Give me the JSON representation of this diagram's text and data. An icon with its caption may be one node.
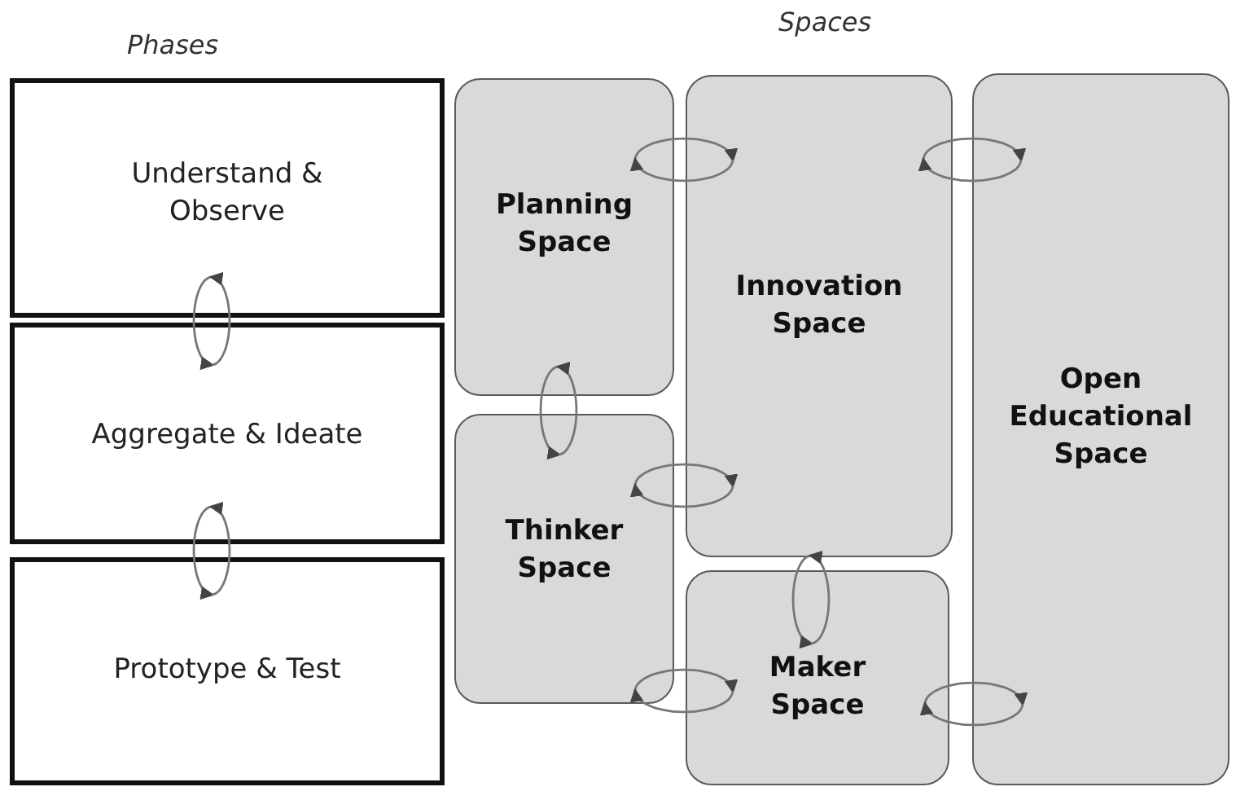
{
  "diagram": {
    "nodes": [
      {
        "text": [
          "Understand & Observe"
        ]
      },
      {
        "text": [
          "Aggregate & Ideate"
        ]
      },
      {
        "text": [
          "Prototype & Test"
        ]
      },
      {
        "text": [
          "Planning Space"
        ]
      },
      {
        "text": [
          "Innovation Space"
        ]
      },
      {
        "text": [
          "Open Educational Space"
        ]
      },
      {
        "text": [
          "Thinker Space"
        ]
      },
      {
        "text": [
          "Maker Space"
        ]
      }
    ],
    "edges": [
      {
        "from": 0,
        "to": 1,
        "arrow": "to"
      },
      {
        "from": 1,
        "to": 0,
        "arrow": "to"
      },
      {
        "from": 1,
        "to": 2,
        "arrow": "to"
      },
      {
        "from": 2,
        "to": 1,
        "arrow": "to"
      },
      {
        "from": 3,
        "to": 4,
        "arrow": "to"
      },
      {
        "from": 4,
        "to": 3,
        "arrow": "to"
      },
      {
        "from": 4,
        "to": 5,
        "arrow": "to"
      },
      {
        "from": 5,
        "to": 4,
        "arrow": "to"
      },
      {
        "from": 3,
        "to": 6,
        "arrow": "to"
      },
      {
        "from": 6,
        "to": 3,
        "arrow": "to"
      },
      {
        "from": 6,
        "to": 4,
        "arrow": "to"
      },
      {
        "from": 4,
        "to": 6,
        "arrow": "to"
      },
      {
        "from": 4,
        "to": 7,
        "arrow": "to"
      },
      {
        "from": 7,
        "to": 4,
        "arrow": "to"
      },
      {
        "from": 6,
        "to": 7,
        "arrow": "to"
      },
      {
        "from": 7,
        "to": 6,
        "arrow": "to"
      },
      {
        "from": 7,
        "to": 5,
        "arrow": "to"
      },
      {
        "from": 5,
        "to": 7,
        "arrow": "to"
      }
    ],
    "labels": [
      "Phases",
      "Spaces"
    ]
  }
}
